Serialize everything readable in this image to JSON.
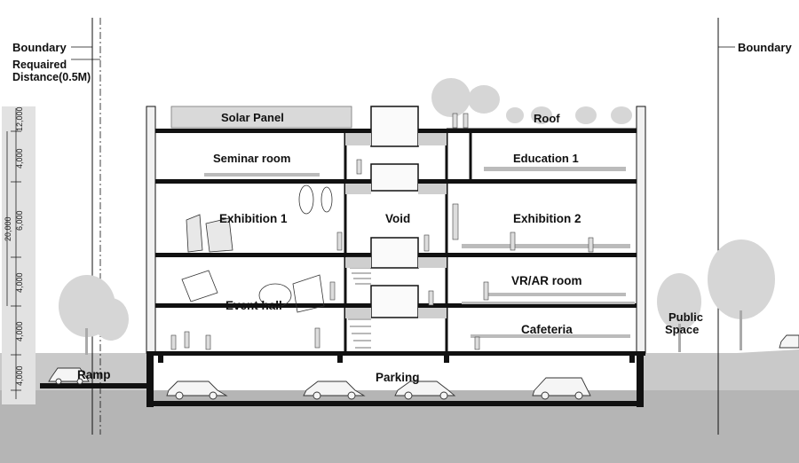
{
  "annotations": {
    "boundary_left": "Boundary",
    "required_distance_line1": "Requaired",
    "required_distance_line2": "Distance(0.5M)",
    "boundary_right": "Boundary"
  },
  "dimensions": {
    "level_heights": [
      "12,000",
      "4,000",
      "6,000",
      "4,000",
      "4,000",
      "4,000"
    ],
    "total_height": "20,000"
  },
  "spaces": {
    "solar_panel": "Solar Panel",
    "roof": "Roof",
    "seminar_room": "Seminar room",
    "education_1": "Education 1",
    "exhibition_1": "Exhibition 1",
    "void": "Void",
    "exhibition_2": "Exhibition 2",
    "event_hall": "Event hall",
    "vr_ar_room": "VR/AR room",
    "cafeteria": "Cafeteria",
    "ramp": "Ramp",
    "parking": "Parking",
    "public_space_line1": "Public",
    "public_space_line2": "Space"
  },
  "colors": {
    "background": "#ffffff",
    "ground": "#b5b5b5",
    "structure": "#111111",
    "tree": "#d6d6d6",
    "dim_block": "#e2e2e2"
  }
}
